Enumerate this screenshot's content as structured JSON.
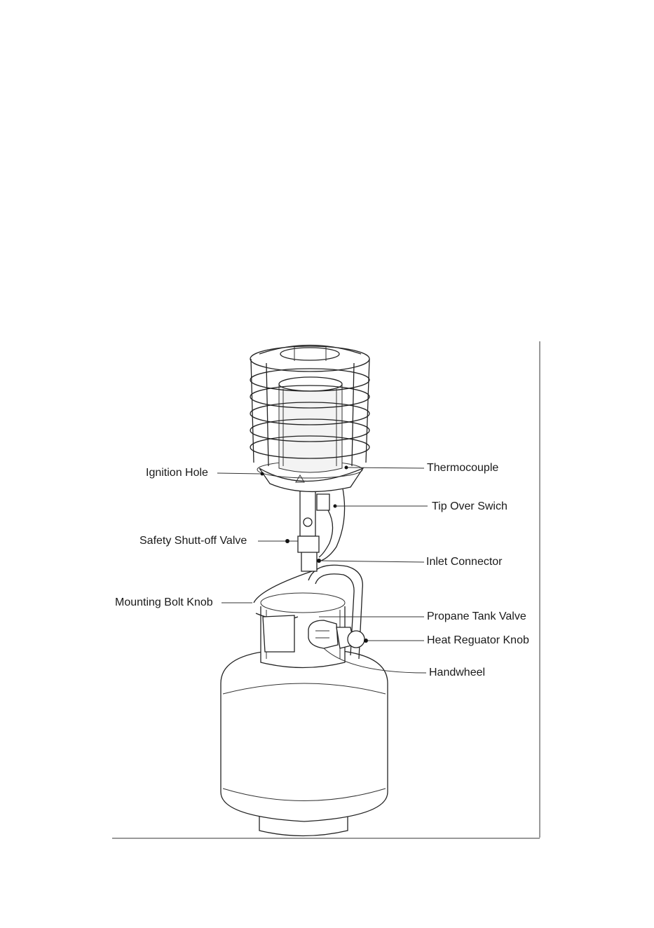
{
  "diagram": {
    "parts": {
      "ignition_hole": "Ignition Hole",
      "thermocouple": "Thermocouple",
      "tip_over_switch": "Tip Over Swich",
      "safety_shutoff_valve": "Safety Shutt-off Valve",
      "inlet_connector": "Inlet Connector",
      "mounting_bolt_knob": "Mounting Bolt Knob",
      "propane_tank_valve": "Propane Tank Valve",
      "heat_regulator_knob": "Heat Reguator Knob",
      "handwheel": "Handwheel"
    },
    "colors": {
      "line": "#222222",
      "background": "#ffffff"
    }
  }
}
